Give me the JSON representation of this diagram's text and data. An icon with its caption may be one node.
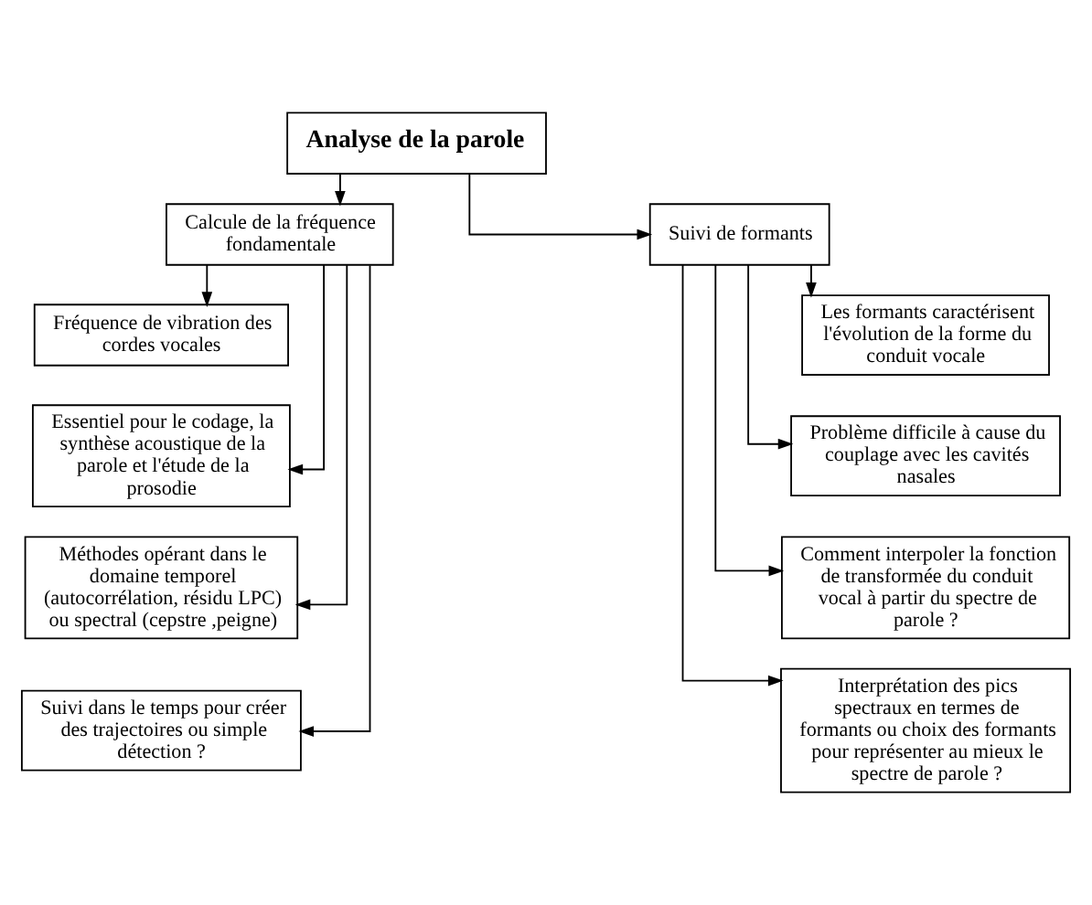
{
  "diagram": {
    "nodes": [
      {
        "text": [
          "Analyse de la parole"
        ]
      },
      {
        "text": [
          "Calcule de la fréquence fondamentale"
        ]
      },
      {
        "text": [
          "Fréquence de vibration des cordes vocales"
        ]
      },
      {
        "text": [
          "Essentiel pour le codage, la synthèse acoustique de la parole et l'étude de la prosodie"
        ]
      },
      {
        "text": [
          "Méthodes opérant dans le domaine temporel (autocorrélation, résidu LPC) ou spectral (cepstre ,peigne)"
        ]
      },
      {
        "text": [
          "Suivi dans le temps pour créer des trajectoires ou simple détection ?"
        ]
      },
      {
        "text": [
          "Suivi de formants"
        ]
      },
      {
        "text": [
          "Les formants caractérisent l'évolution de la forme du conduit vocale"
        ]
      },
      {
        "text": [
          "Problème difficile à cause du couplage avec les cavités nasales"
        ]
      },
      {
        "text": [
          "Comment interpoler la fonction de transformée du conduit vocal à partir du spectre de parole ?"
        ]
      },
      {
        "text": [
          "Interprétation des pics spectraux en termes de formants ou choix des formants pour représenter au mieux le spectre de parole ?"
        ]
      }
    ],
    "edges": [
      {
        "from": 0,
        "to": 1,
        "arrow": "to"
      },
      {
        "from": 0,
        "to": 6,
        "arrow": "to"
      },
      {
        "from": 1,
        "to": 2,
        "arrow": "to"
      },
      {
        "from": 1,
        "to": 3,
        "arrow": "to"
      },
      {
        "from": 1,
        "to": 4,
        "arrow": "to"
      },
      {
        "from": 1,
        "to": 5,
        "arrow": "to"
      },
      {
        "from": 6,
        "to": 7,
        "arrow": "to"
      },
      {
        "from": 6,
        "to": 8,
        "arrow": "to"
      },
      {
        "from": 6,
        "to": 9,
        "arrow": "to"
      },
      {
        "from": 6,
        "to": 10,
        "arrow": "to"
      }
    ]
  }
}
